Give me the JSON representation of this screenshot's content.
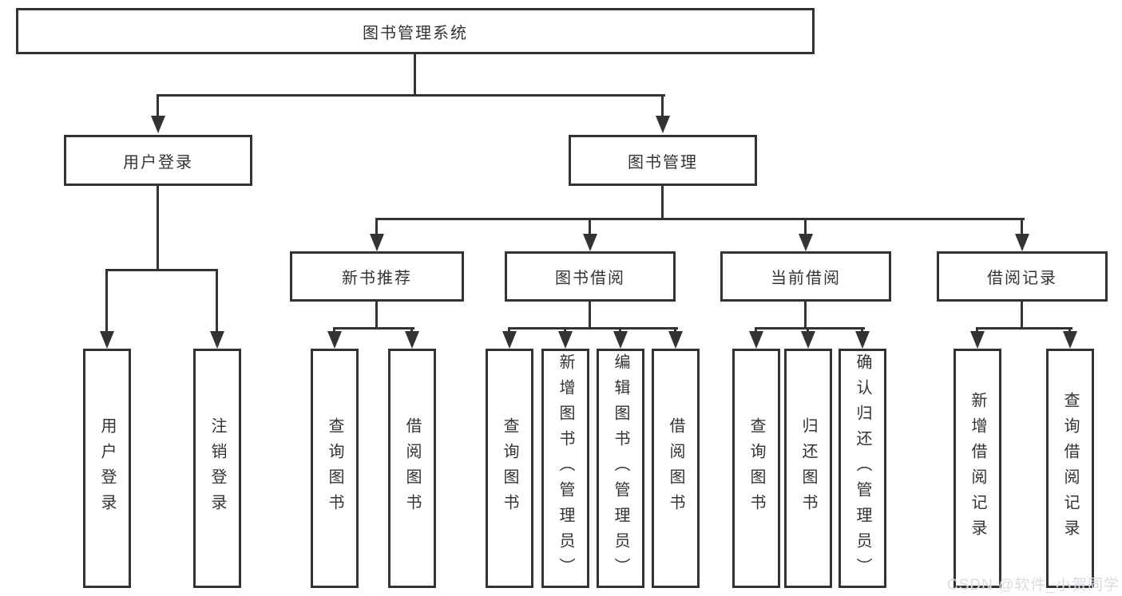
{
  "watermark": {
    "text": "CSDN @软件_小贺同学",
    "color": "#d8dae2"
  },
  "colors": {
    "line": "#333333",
    "box_border": "#333333",
    "box_bg": "#ffffff",
    "text": "#333333",
    "background": "#ffffff"
  },
  "diagram": {
    "type": "hierarchy-tree",
    "root": {
      "label": "图书管理系统",
      "children": [
        {
          "label": "用户登录",
          "children": [
            {
              "label": "用户登录"
            },
            {
              "label": "注销登录"
            }
          ]
        },
        {
          "label": "图书管理",
          "children": [
            {
              "label": "新书推荐",
              "children": [
                {
                  "label": "查询图书"
                },
                {
                  "label": "借阅图书"
                }
              ]
            },
            {
              "label": "图书借阅",
              "children": [
                {
                  "label": "查询图书"
                },
                {
                  "label": "新增图书（管理员）"
                },
                {
                  "label": "编辑图书（管理员）"
                },
                {
                  "label": "借阅图书"
                }
              ]
            },
            {
              "label": "当前借阅",
              "children": [
                {
                  "label": "查询图书"
                },
                {
                  "label": "归还图书"
                },
                {
                  "label": "确认归还（管理员）"
                }
              ]
            },
            {
              "label": "借阅记录",
              "children": [
                {
                  "label": "新增借阅记录"
                },
                {
                  "label": "查询借阅记录"
                }
              ]
            }
          ]
        }
      ]
    }
  }
}
